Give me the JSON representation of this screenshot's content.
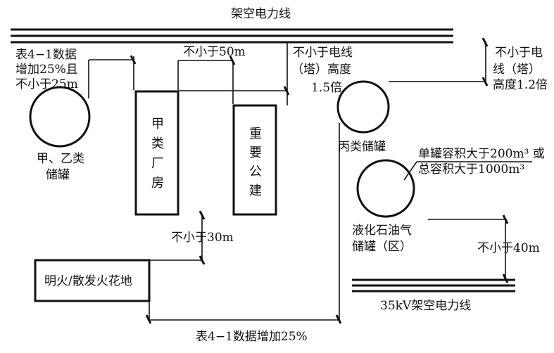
{
  "labels": {
    "overhead_line": "架空电力线",
    "line_35kv": "35kV架空电力线",
    "tank_ab_line1": "甲、乙类",
    "tank_ab_line2": "储罐",
    "factory_a_chars": [
      "甲",
      "类",
      "厂",
      "房"
    ],
    "public_bldg_chars": [
      "重",
      "要",
      "公",
      "建"
    ],
    "tank_c": "丙类储罐",
    "lpg_line1": "液化石油气",
    "lpg_line2": "储罐（区）",
    "open_fire": "明火/散发火花地",
    "cond_lpg_line1": "单罐容积大于200m³ 或",
    "cond_lpg_line2": "总容积大于1000m³"
  },
  "distances": {
    "table41_top_line1": "表4−1数据",
    "table41_top_line2": "增加25%且",
    "table41_top_line3": "不小于25m",
    "min50": "不小于50m",
    "pole_height_line1": "不小于电线",
    "pole_height_line2": "（塔）高度",
    "pole_height_line3": "1.5倍",
    "pole12_line1": "不小于电",
    "pole12_line2": "线（塔）",
    "pole12_line3": "高度1.2倍",
    "min30": "不小于30m",
    "min40": "不小于40m",
    "table41_bottom": "表4−1数据增加25%"
  }
}
